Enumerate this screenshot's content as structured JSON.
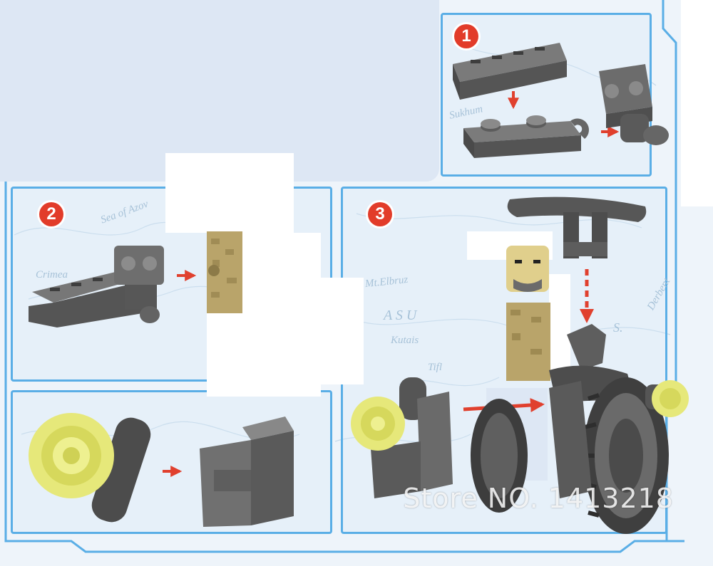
{
  "steps": {
    "step1": {
      "number": "1"
    },
    "step2": {
      "number": "2"
    },
    "step3": {
      "number": "3"
    }
  },
  "map_labels": {
    "label_sukhum": "Sukhum",
    "label_sea": "Sea of Azov",
    "label_crimea": "Crimea",
    "label_elbruz": "Mt.Elbruz",
    "label_asu": "A  S  U",
    "label_kutais": "Kutais",
    "label_tiflis": "Tifl",
    "label_derbent": "Derbent",
    "label_s": "S."
  },
  "watermark": {
    "text": "Store NO. 1413218"
  },
  "colors": {
    "panel_border": "#5aaee6",
    "badge": "#e23c2a",
    "brick_gray": "#6b6b6b",
    "transparent_yellow": "#e6e87a",
    "arrow": "#e0402e",
    "figure_tan": "#b9a46a"
  }
}
